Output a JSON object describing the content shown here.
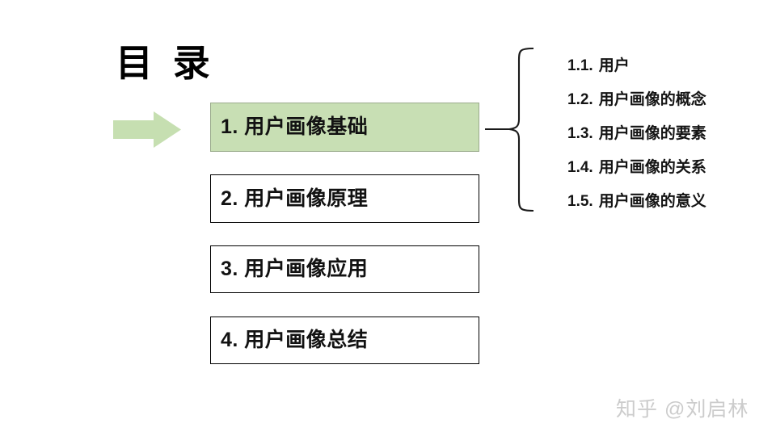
{
  "slide": {
    "title": "目 录",
    "background_color": "#ffffff"
  },
  "pointer": {
    "icon": "right-arrow-icon",
    "color": "#c6dfb1"
  },
  "chapters": [
    {
      "number": "1.",
      "text": "用户画像基础",
      "label": "1. 用户画像基础",
      "highlighted": true,
      "fill_color": "#c8dfb4",
      "border_color": "#9aab8c"
    },
    {
      "number": "2.",
      "text": "用户画像原理",
      "label": "2. 用户画像原理",
      "highlighted": false,
      "fill_color": "#ffffff",
      "border_color": "#000000"
    },
    {
      "number": "3.",
      "text": "用户画像应用",
      "label": "3. 用户画像应用",
      "highlighted": false,
      "fill_color": "#ffffff",
      "border_color": "#000000"
    },
    {
      "number": "4.",
      "text": "用户画像总结",
      "label": "4. 用户画像总结",
      "highlighted": false,
      "fill_color": "#ffffff",
      "border_color": "#000000"
    }
  ],
  "connector": {
    "icon": "left-brace-icon",
    "color": "#1a1a1a",
    "source_chapter": "1. 用户画像基础"
  },
  "subitems": [
    {
      "number": "1.1.",
      "text": "用户"
    },
    {
      "number": "1.2.",
      "text": "用户画像的概念"
    },
    {
      "number": "1.3.",
      "text": "用户画像的要素"
    },
    {
      "number": "1.4.",
      "text": "用户画像的关系"
    },
    {
      "number": "1.5.",
      "text": "用户画像的意义"
    }
  ],
  "watermark": {
    "text": "知乎 @刘启林",
    "color": "#cccccc"
  }
}
